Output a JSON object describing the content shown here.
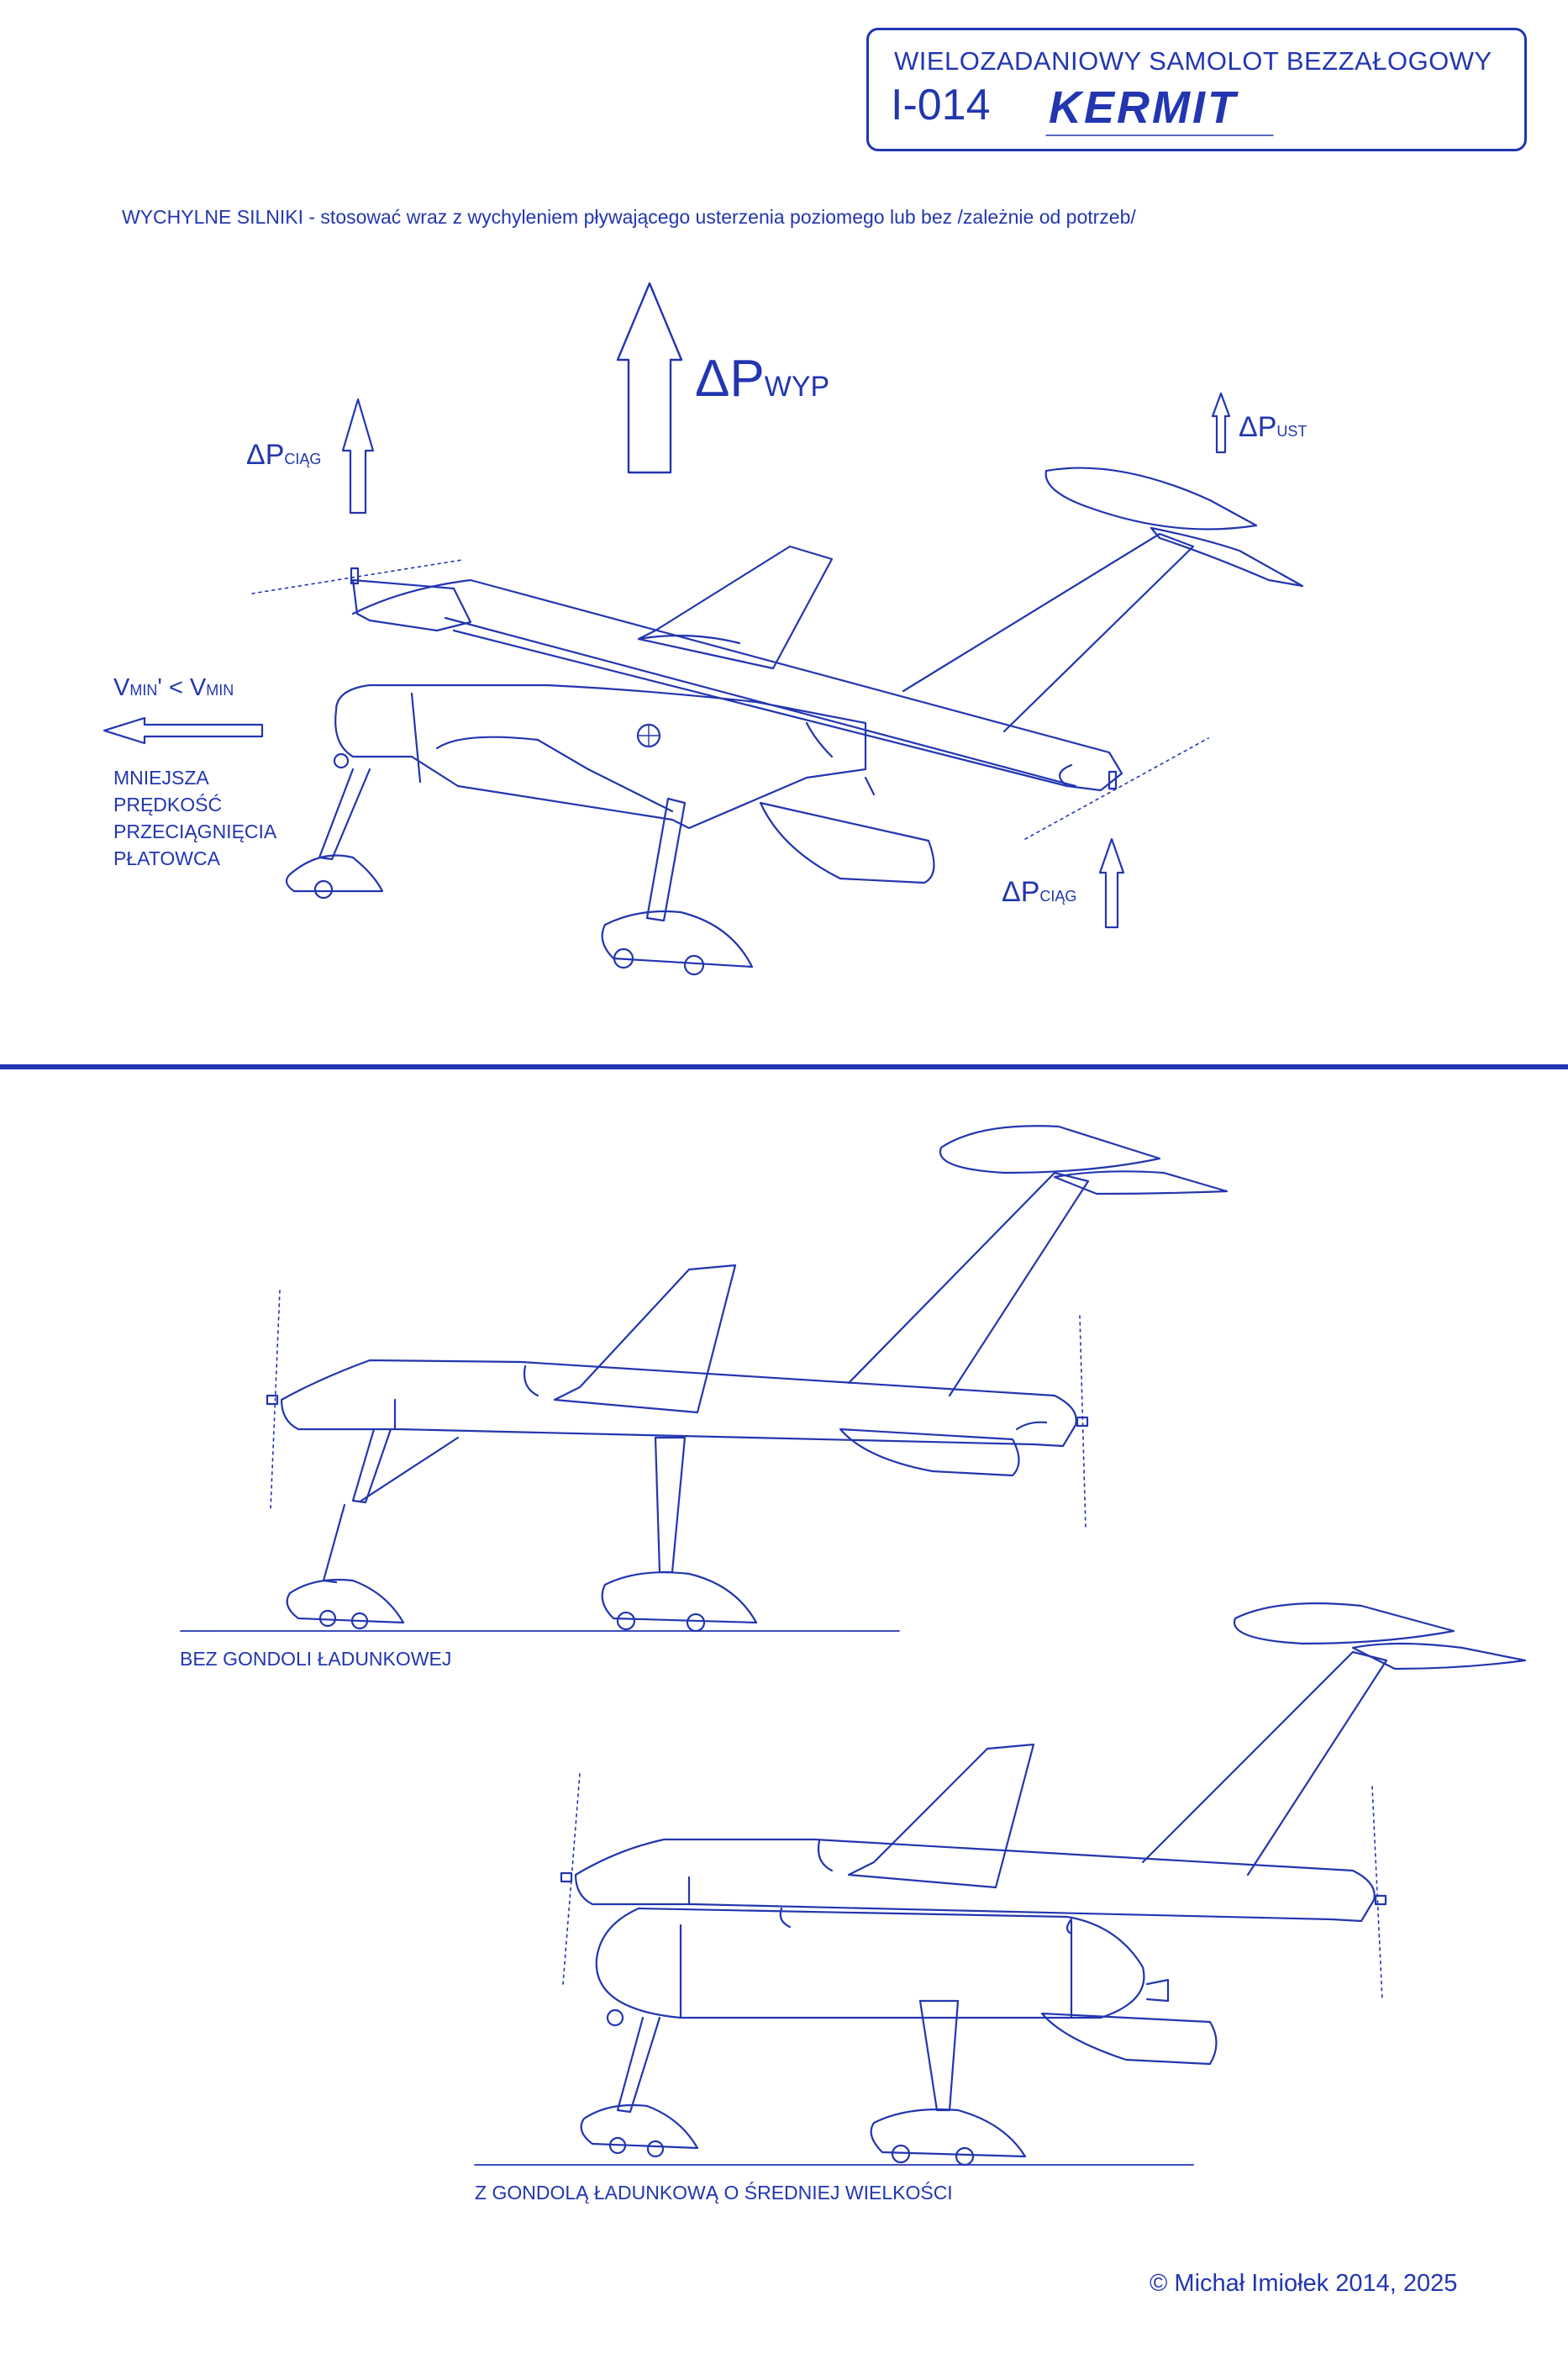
{
  "header": {
    "subtitle": "WIELOZADANIOWY SAMOLOT BEZZAŁOGOWY",
    "code": "I-014",
    "logo": "KERMIT"
  },
  "note": "WYCHYLNE SILNIKI - stosować wraz z wychyleniem pływającego usterzenia poziomego lub bez /zależnie od potrzeb/",
  "forces": {
    "wyp": {
      "main": "ΔP",
      "sub": "WYP"
    },
    "ciag_front": {
      "main": "ΔP",
      "sub": "CIĄG"
    },
    "ust": {
      "main": "ΔP",
      "sub": "UST"
    },
    "ciag_rear": {
      "main": "ΔP",
      "sub": "CIĄG"
    }
  },
  "speed": {
    "v1": "V",
    "v1_sub": "MIN",
    "v1_suffix": "' < V",
    "v2_sub": "MIN"
  },
  "stall_label": [
    "MNIEJSZA",
    "PRĘDKOŚĆ",
    "PRZECIĄGNIĘCIA",
    "PŁATOWCA"
  ],
  "views": {
    "without_gondola": "BEZ GONDOLI ŁADUNKOWEJ",
    "with_gondola": "Z GONDOLĄ ŁADUNKOWĄ O ŚREDNIEJ WIELKOŚCI"
  },
  "copyright": "© Michał Imiołek 2014, 2025",
  "colors": {
    "line": "#2236b0",
    "background": "#ffffff"
  }
}
